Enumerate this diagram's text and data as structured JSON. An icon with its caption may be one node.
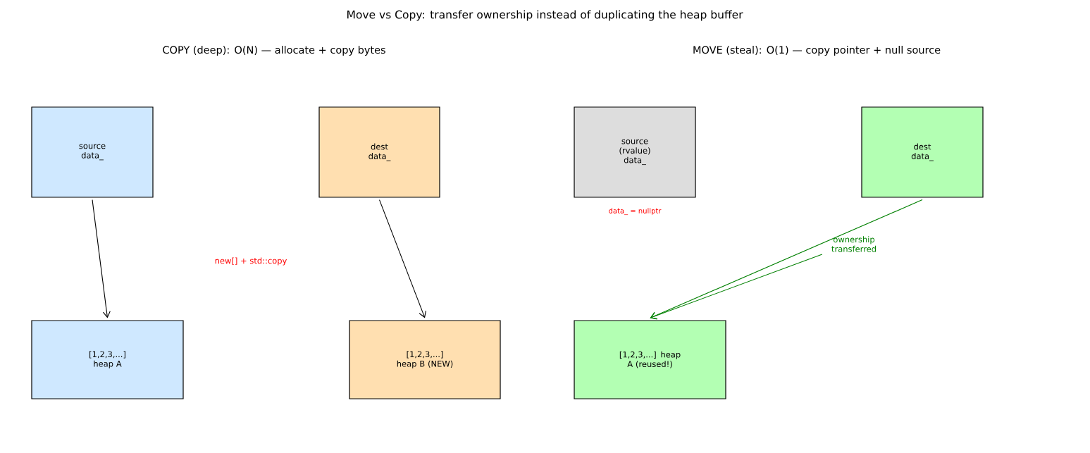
{
  "diagram": {
    "title": "Move vs Copy: transfer ownership instead of duplicating the heap buffer",
    "nodes": [
      {
        "text": [
          "source data_"
        ]
      },
      {
        "text": [
          "dest data_"
        ]
      },
      {
        "text": [
          "[1,2,3,...] heap A"
        ]
      },
      {
        "text": [
          "[1,2,3,...] heap B (NEW)"
        ]
      },
      {
        "text": [
          "source (rvalue) data_"
        ],
        "beside": [
          "data_ = nullptr"
        ]
      },
      {
        "text": [
          "dest data_"
        ]
      },
      {
        "text": [
          "[1,2,3,...] heap A (reused!)"
        ]
      },
      {
        "text": [
          "ownership transferred"
        ]
      }
    ],
    "edges": [
      {
        "from": 0,
        "to": 2,
        "arrow": "to"
      },
      {
        "from": 1,
        "to": 3,
        "arrow": "to"
      },
      {
        "from": 5,
        "to": 6,
        "arrow": "to",
        "color": "#008000"
      },
      {
        "from": 7,
        "to": 6,
        "arrow": "to",
        "color": "#008000"
      }
    ],
    "labels": [
      "COPY  (deep): O(N) — allocate + copy bytes",
      "MOVE  (steal): O(1) — copy pointer + null source",
      "new[] + std::copy"
    ]
  }
}
